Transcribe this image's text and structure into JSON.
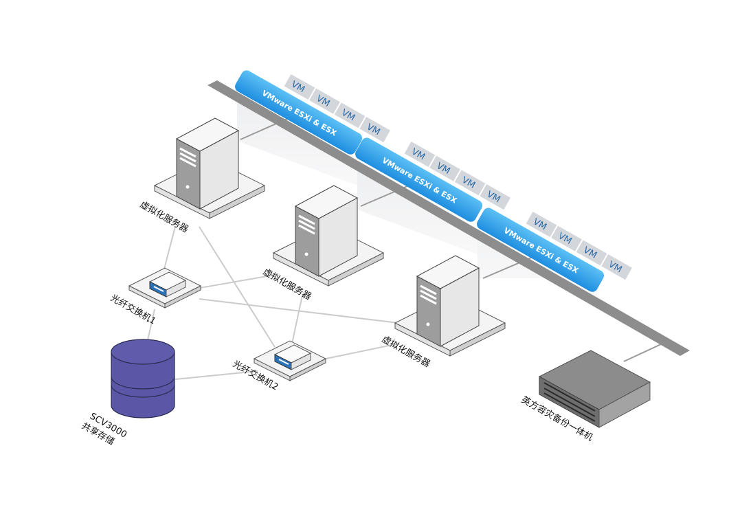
{
  "diagram": {
    "type": "network-topology",
    "bus": {
      "name": "network-bus"
    },
    "hypervisor_label": "VMware ESXi & ESX",
    "vm_label": "VM",
    "vm_count_per_host": 4,
    "colors": {
      "hypervisor": "#2d9be8",
      "vm_tile": "#d3d6da",
      "vm_text": "#2a6aa8",
      "storage": "#5a58a6",
      "bus": "#8d8d8d",
      "link": "#c8c8c8"
    },
    "servers": [
      {
        "id": "server1",
        "label": "虚拟化服务器"
      },
      {
        "id": "server2",
        "label": "虚拟化服务器"
      },
      {
        "id": "server3",
        "label": "虚拟化服务器"
      }
    ],
    "switches": [
      {
        "id": "switch1",
        "label": "光纤交换机1"
      },
      {
        "id": "switch2",
        "label": "光纤交换机2"
      }
    ],
    "storage": {
      "id": "storage",
      "label_line1": "SCV3000",
      "label_line2": "共享存储"
    },
    "backup": {
      "id": "backup",
      "label": "英方容灾备份一体机"
    },
    "links": [
      [
        "server1",
        "switch1"
      ],
      [
        "server1",
        "switch2"
      ],
      [
        "server2",
        "switch1"
      ],
      [
        "server2",
        "switch2"
      ],
      [
        "server3",
        "switch1"
      ],
      [
        "server3",
        "switch2"
      ],
      [
        "switch1",
        "storage"
      ],
      [
        "switch2",
        "storage"
      ]
    ]
  }
}
